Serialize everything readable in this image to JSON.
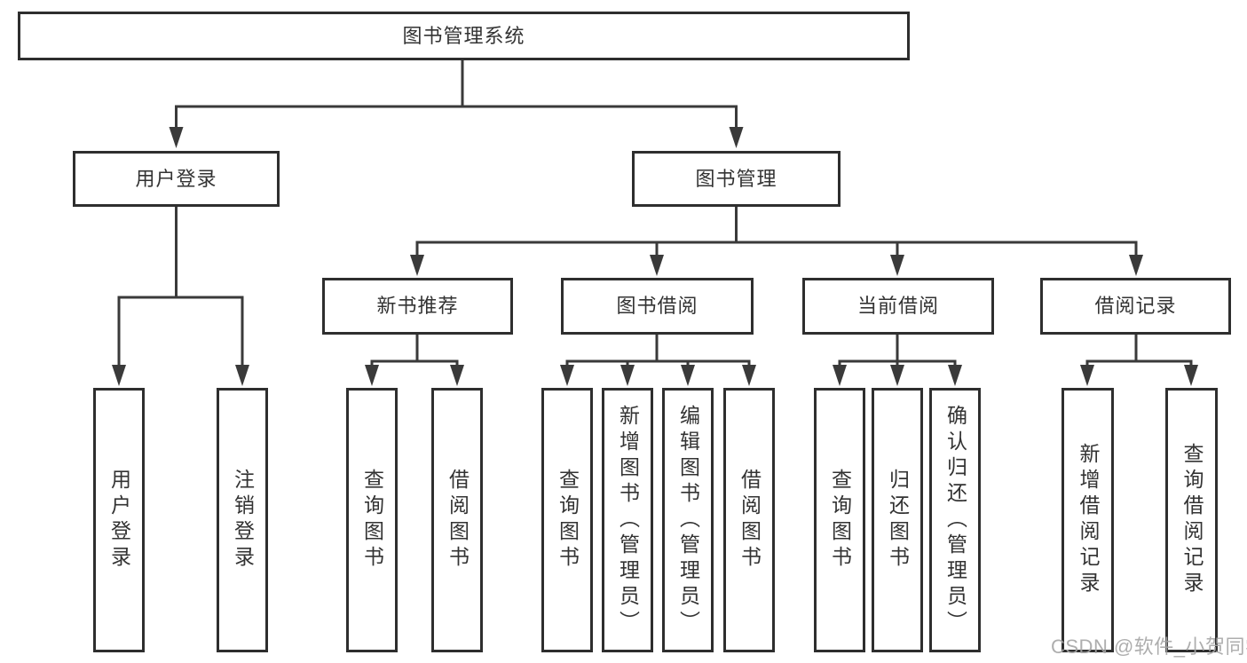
{
  "diagram": {
    "title_node": "图书管理系统",
    "level2": [
      {
        "label": "用户登录"
      },
      {
        "label": "图书管理"
      }
    ],
    "level3": [
      {
        "label": "新书推荐"
      },
      {
        "label": "图书借阅"
      },
      {
        "label": "当前借阅"
      },
      {
        "label": "借阅记录"
      }
    ],
    "level4": {
      "user_login": [
        {
          "label": "用户登录"
        },
        {
          "label": "注销登录"
        }
      ],
      "new_books": [
        {
          "label": "查询图书"
        },
        {
          "label": "借阅图书"
        }
      ],
      "book_borrow": [
        {
          "label": "查询图书"
        },
        {
          "label": "新增图书（管理员）"
        },
        {
          "label": "编辑图书（管理员）"
        },
        {
          "label": "借阅图书"
        }
      ],
      "current_borrow": [
        {
          "label": "查询图书"
        },
        {
          "label": "归还图书"
        },
        {
          "label": "确认归还（管理员）"
        }
      ],
      "borrow_records": [
        {
          "label": "新增借阅记录"
        },
        {
          "label": "查询借阅记录"
        }
      ]
    },
    "watermark": "CSDN @软件_小贺同学",
    "colors": {
      "line": "#3a3a3a",
      "box_border": "#2e2e2e",
      "text": "#333333",
      "watermark": "#a5a5a5",
      "background": "#ffffff"
    }
  }
}
